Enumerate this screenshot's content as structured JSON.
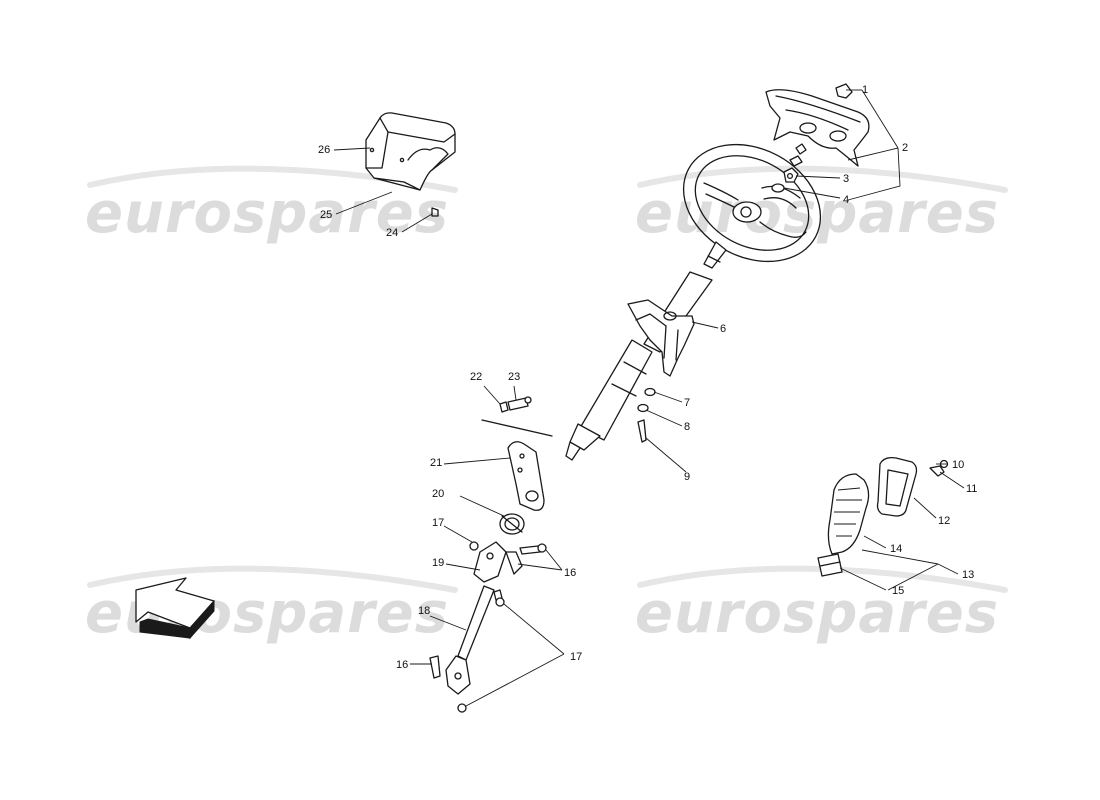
{
  "watermark": {
    "text": "eurospares"
  },
  "callouts": {
    "c1": "1",
    "c2": "2",
    "c3": "3",
    "c4": "4",
    "c6": "6",
    "c7": "7",
    "c8": "8",
    "c9": "9",
    "c10": "10",
    "c11": "11",
    "c12": "12",
    "c13": "13",
    "c14": "14",
    "c15": "15",
    "c16a": "16",
    "c16b": "16",
    "c17a": "17",
    "c17b": "17",
    "c18": "18",
    "c19": "19",
    "c20": "20",
    "c21": "21",
    "c22": "22",
    "c23": "23",
    "c24": "24",
    "c25": "25",
    "c26": "26"
  },
  "colors": {
    "line": "#1a1a1a",
    "watermark": "#dcdcdc",
    "background": "#ffffff"
  }
}
